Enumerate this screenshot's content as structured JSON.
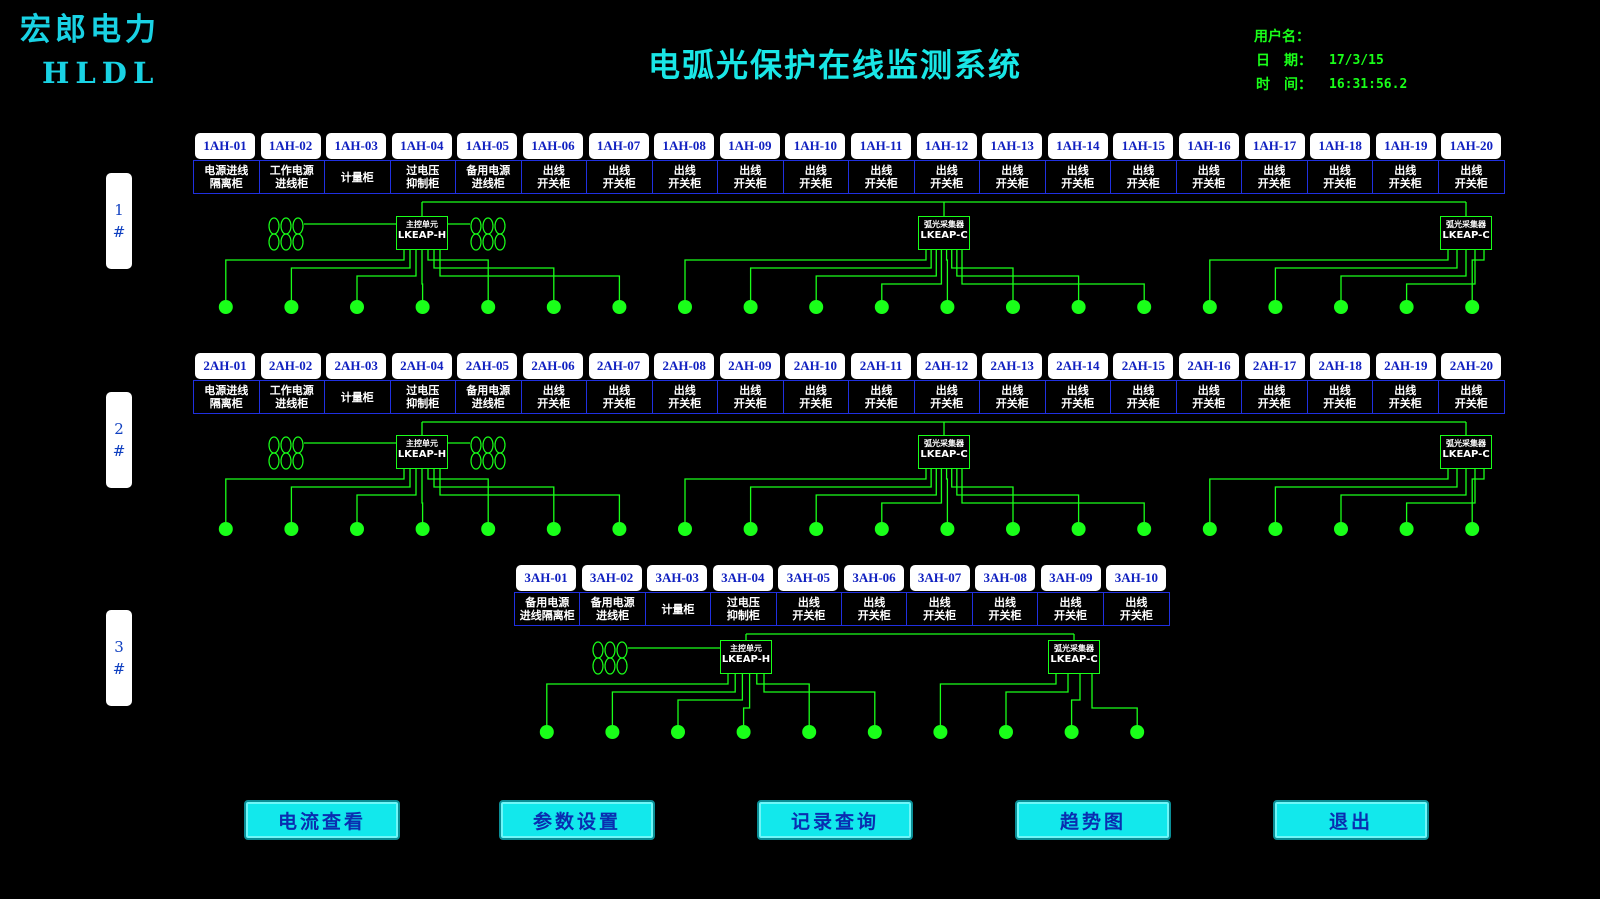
{
  "brand": {
    "cn": "宏郎电力",
    "en": "HLDL"
  },
  "title": "电弧光保护在线监测系统",
  "info": {
    "user_label": "用户名：",
    "date_label": "日　期：",
    "date_value": "17/3/15",
    "time_label": "时　间：",
    "time_value": "16:31:56.2"
  },
  "rows": [
    {
      "label_num": "1",
      "label_sym": "#",
      "cabinets": [
        "1AH-01",
        "1AH-02",
        "1AH-03",
        "1AH-04",
        "1AH-05",
        "1AH-06",
        "1AH-07",
        "1AH-08",
        "1AH-09",
        "1AH-10",
        "1AH-11",
        "1AH-12",
        "1AH-13",
        "1AH-14",
        "1AH-15",
        "1AH-16",
        "1AH-17",
        "1AH-18",
        "1AH-19",
        "1AH-20"
      ],
      "descs": [
        "电源进线\n隔离柜",
        "工作电源\n进线柜",
        "计量柜",
        "过电压\n抑制柜",
        "备用电源\n进线柜",
        "出线\n开关柜",
        "出线\n开关柜",
        "出线\n开关柜",
        "出线\n开关柜",
        "出线\n开关柜",
        "出线\n开关柜",
        "出线\n开关柜",
        "出线\n开关柜",
        "出线\n开关柜",
        "出线\n开关柜",
        "出线\n开关柜",
        "出线\n开关柜",
        "出线\n开关柜",
        "出线\n开关柜",
        "出线\n开关柜"
      ],
      "units": [
        {
          "line1": "主控单元",
          "line2": "LKEAP-H"
        },
        {
          "line1": "弧光采集器",
          "line2": "LKEAP-C"
        },
        {
          "line1": "弧光采集器",
          "line2": "LKEAP-C"
        }
      ]
    },
    {
      "label_num": "2",
      "label_sym": "#",
      "cabinets": [
        "2AH-01",
        "2AH-02",
        "2AH-03",
        "2AH-04",
        "2AH-05",
        "2AH-06",
        "2AH-07",
        "2AH-08",
        "2AH-09",
        "2AH-10",
        "2AH-11",
        "2AH-12",
        "2AH-13",
        "2AH-14",
        "2AH-15",
        "2AH-16",
        "2AH-17",
        "2AH-18",
        "2AH-19",
        "2AH-20"
      ],
      "descs": [
        "电源进线\n隔离柜",
        "工作电源\n进线柜",
        "计量柜",
        "过电压\n抑制柜",
        "备用电源\n进线柜",
        "出线\n开关柜",
        "出线\n开关柜",
        "出线\n开关柜",
        "出线\n开关柜",
        "出线\n开关柜",
        "出线\n开关柜",
        "出线\n开关柜",
        "出线\n开关柜",
        "出线\n开关柜",
        "出线\n开关柜",
        "出线\n开关柜",
        "出线\n开关柜",
        "出线\n开关柜",
        "出线\n开关柜",
        "出线\n开关柜"
      ],
      "units": [
        {
          "line1": "主控单元",
          "line2": "LKEAP-H"
        },
        {
          "line1": "弧光采集器",
          "line2": "LKEAP-C"
        },
        {
          "line1": "弧光采集器",
          "line2": "LKEAP-C"
        }
      ]
    },
    {
      "label_num": "3",
      "label_sym": "#",
      "cabinets": [
        "3AH-01",
        "3AH-02",
        "3AH-03",
        "3AH-04",
        "3AH-05",
        "3AH-06",
        "3AH-07",
        "3AH-08",
        "3AH-09",
        "3AH-10"
      ],
      "descs": [
        "备用电源\n进线隔离柜",
        "备用电源\n进线柜",
        "计量柜",
        "过电压\n抑制柜",
        "出线\n开关柜",
        "出线\n开关柜",
        "出线\n开关柜",
        "出线\n开关柜",
        "出线\n开关柜",
        "出线\n开关柜"
      ],
      "units": [
        {
          "line1": "主控单元",
          "line2": "LKEAP-H"
        },
        {
          "line1": "弧光采集器",
          "line2": "LKEAP-C"
        }
      ]
    }
  ],
  "buttons": [
    "电流查看",
    "参数设置",
    "记录查询",
    "趋势图",
    "退出"
  ],
  "colors": {
    "background": "#000000",
    "wire": "#19ff19",
    "accent": "#19e6e6",
    "button": "#12e8ec",
    "cabinet_text": "#1020c0"
  }
}
